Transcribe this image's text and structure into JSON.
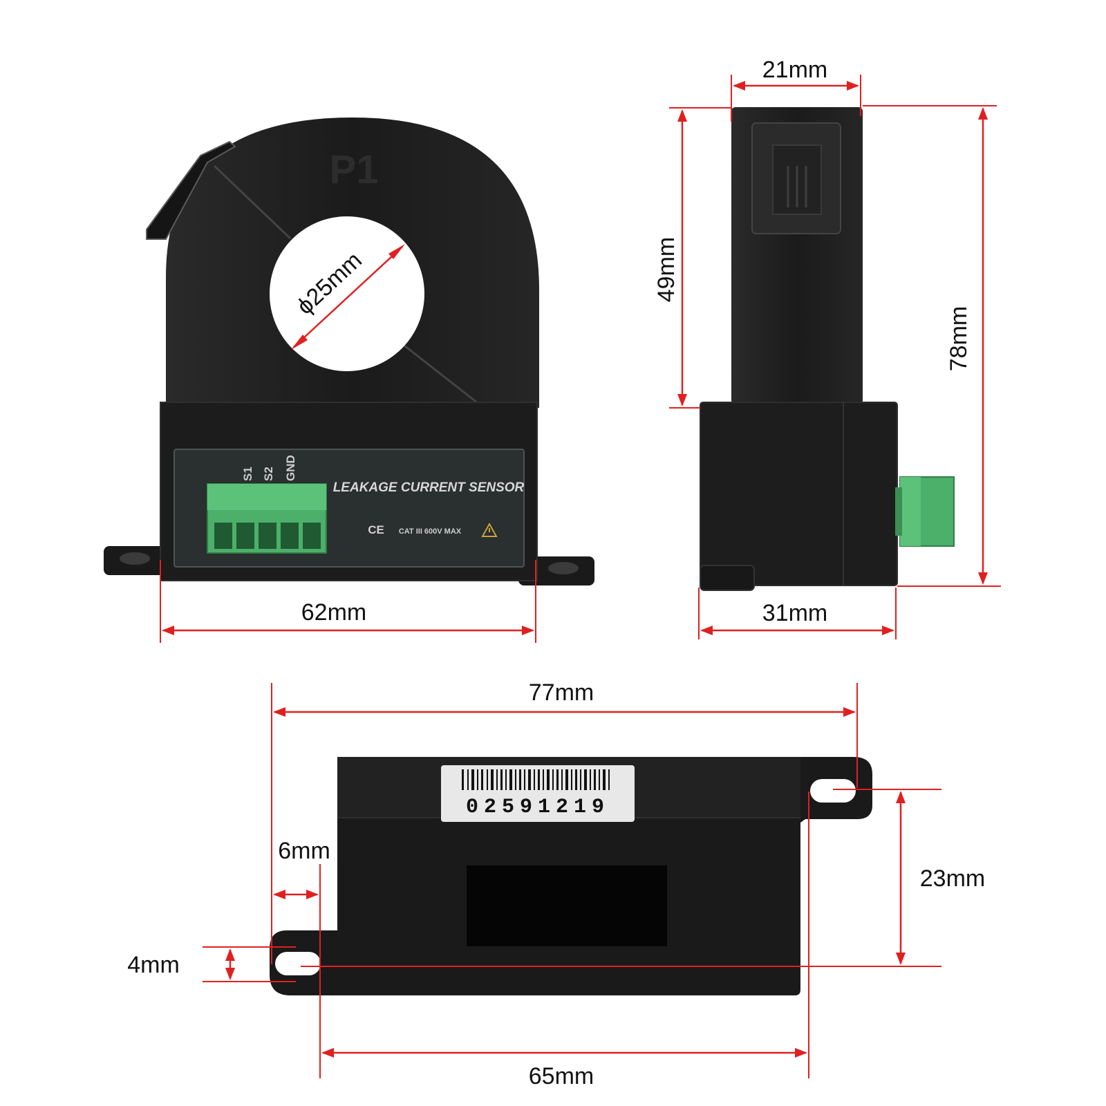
{
  "colors": {
    "dimension": "#e02020",
    "body": "#1f1f1f",
    "terminal": "#4caf6a",
    "label_panel": "#2a2f30"
  },
  "front_view": {
    "hole_label": "ϕ25mm",
    "top_mark": "P1",
    "width_label": "62mm",
    "panel": {
      "title": "LEAKAGE CURRENT SENSOR",
      "terminals": [
        "S1",
        "S2",
        "GND"
      ],
      "ce_mark": "CE",
      "rating": "CAT III 600V MAX",
      "warning_icon": "warning-triangle-icon"
    }
  },
  "side_view": {
    "top_width_label": "21mm",
    "upper_height_label": "49mm",
    "total_height_label": "78mm",
    "base_width_label": "31mm"
  },
  "bottom_view": {
    "overall_length_label": "77mm",
    "barcode_number": "02591219",
    "edge_offset_label": "6mm",
    "slot_width_label": "4mm",
    "hole_spacing_v_label": "23mm",
    "hole_spacing_h_label": "65mm"
  }
}
